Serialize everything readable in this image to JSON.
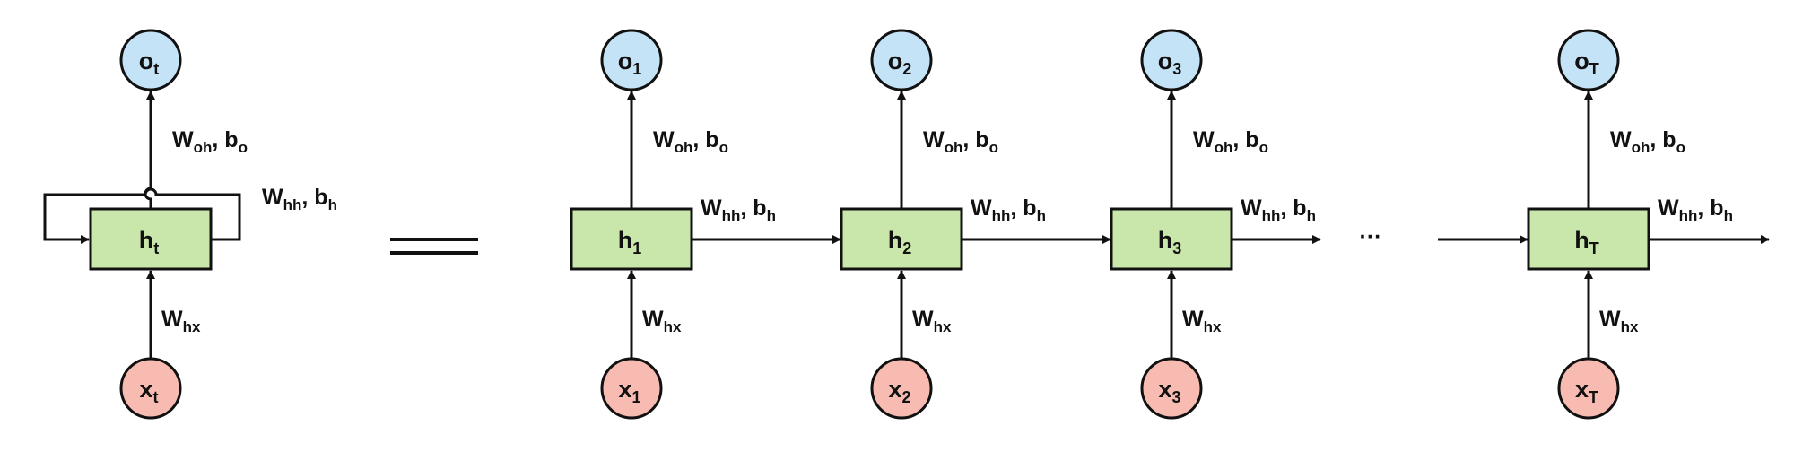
{
  "colors": {
    "output_fill": "#c5e3f6",
    "hidden_fill": "#c9e7aa",
    "input_fill": "#f8bbb1",
    "stroke": "#111111"
  },
  "folded": {
    "output": {
      "base": "o",
      "sub": "t"
    },
    "hidden": {
      "base": "h",
      "sub": "t"
    },
    "input": {
      "base": "x",
      "sub": "t"
    },
    "w_out": {
      "a": "W",
      "a_sub": "oh",
      "sep": ", ",
      "b": "b",
      "b_sub": "o"
    },
    "w_rec": {
      "a": "W",
      "a_sub": "hh",
      "sep": ", ",
      "b": "b",
      "b_sub": "h"
    },
    "w_in": {
      "a": "W",
      "a_sub": "hx"
    }
  },
  "equals_sign": "=",
  "ellipsis": "···",
  "steps": [
    {
      "sub": "1"
    },
    {
      "sub": "2"
    },
    {
      "sub": "3"
    },
    {
      "sub": "T"
    }
  ],
  "step_labels": {
    "output_base": "o",
    "hidden_base": "h",
    "input_base": "x",
    "w_out": {
      "a": "W",
      "a_sub": "oh",
      "sep": ", ",
      "b": "b",
      "b_sub": "o"
    },
    "w_rec": {
      "a": "W",
      "a_sub": "hh",
      "sep": ", ",
      "b": "b",
      "b_sub": "h"
    },
    "w_in": {
      "a": "W",
      "a_sub": "hx"
    }
  }
}
